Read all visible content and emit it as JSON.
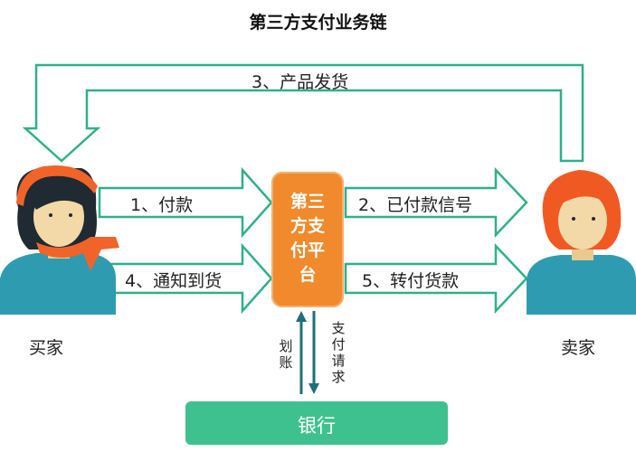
{
  "title": "第三方支付业务链",
  "steps": {
    "step1": "1、付款",
    "step2": "2、已付款信号",
    "step3": "3、产品发货",
    "step4": "4、通知到货",
    "step5": "5、转付货款"
  },
  "nodes": {
    "buyer": "买家",
    "seller": "卖家",
    "platform": "第三方支付平台",
    "bank": "银行"
  },
  "bank_flows": {
    "transfer": "划账",
    "payment_request": "支付请求"
  },
  "colors": {
    "arrow_stroke": "#2fb08a",
    "platform": "#f08a2c",
    "bank": "#3fc18f",
    "person_shirt": "#2f9bb0",
    "buyer_hair": "#1f2a33",
    "scarf": "#f0642a",
    "seller_hair": "#f05a22",
    "skin": "#f3d9a8"
  }
}
